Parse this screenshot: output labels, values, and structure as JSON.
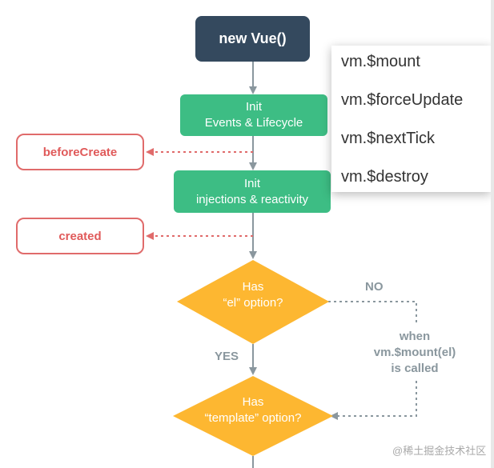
{
  "diagram": {
    "start_label": "new Vue()",
    "init1": {
      "line1": "Init",
      "line2": "Events & Lifecycle"
    },
    "init2": {
      "line1": "Init",
      "line2": "injections & reactivity"
    },
    "hooks": {
      "before_create": "beforeCreate",
      "created": "created"
    },
    "decision_el": {
      "line1": "Has",
      "line2": "“el” option?"
    },
    "decision_template": {
      "line1": "Has",
      "line2": "“template” option?"
    },
    "labels": {
      "no": "NO",
      "yes": "YES",
      "when_line1": "when",
      "when_line2": "vm.$mount(el)",
      "when_line3": "is called"
    },
    "colors": {
      "start": "#34495e",
      "init": "#3dbd84",
      "hook": "#e06b6b",
      "decision": "#fdb731",
      "arrow": "#8a979e"
    }
  },
  "popup_menu": {
    "items": [
      "vm.$mount",
      "vm.$forceUpdate",
      "vm.$nextTick",
      "vm.$destroy"
    ]
  },
  "watermark": "@稀土掘金技术社区"
}
